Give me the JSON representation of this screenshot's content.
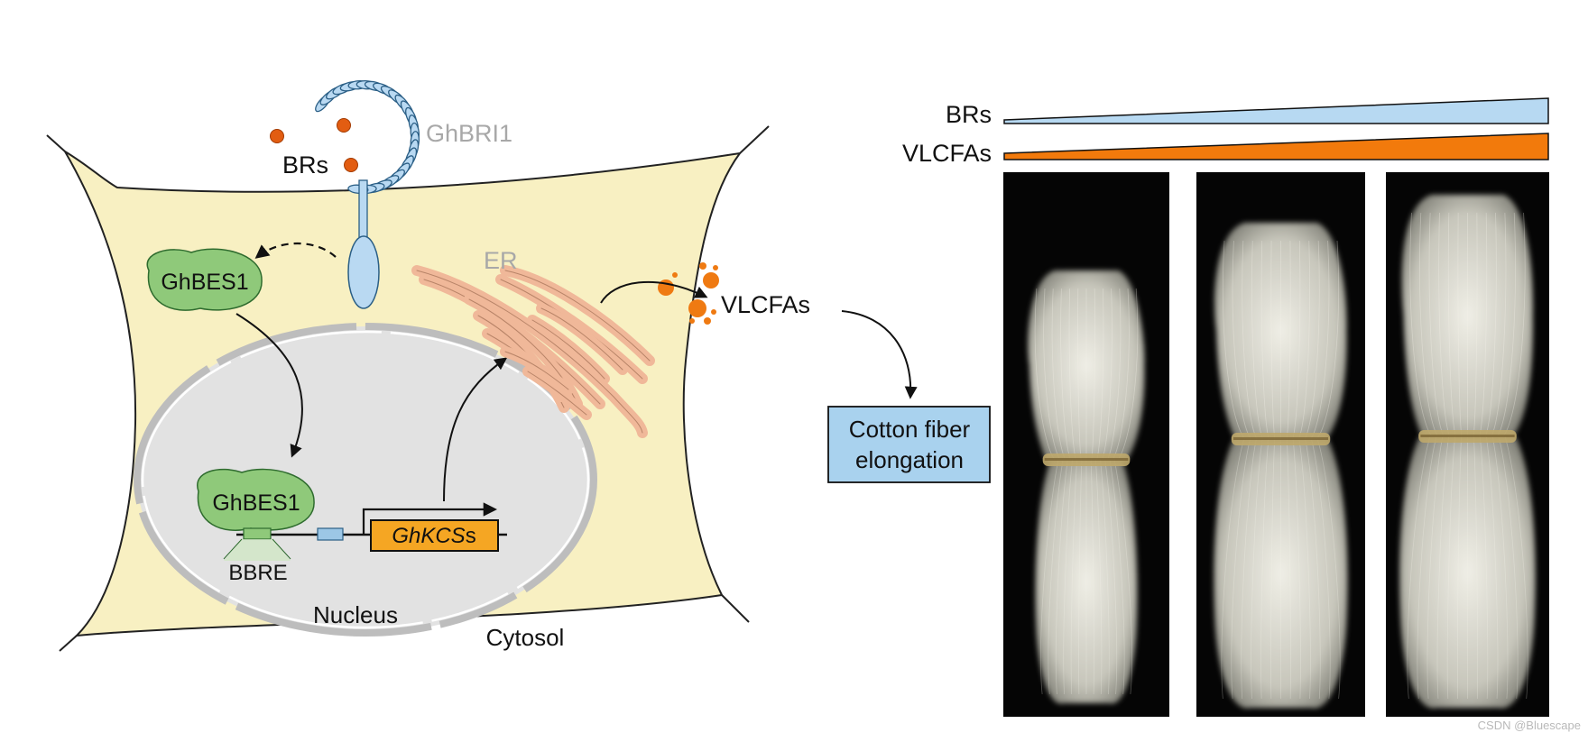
{
  "labels": {
    "receptor": "GhBRI1",
    "ligand": "BRs",
    "tf_cytosol": "GhBES1",
    "tf_nucleus": "GhBES1",
    "er": "ER",
    "product": "VLCFAs",
    "promoter_element": "BBRE",
    "gene_italic": "GhKCS",
    "gene_suffix": "s",
    "nucleus": "Nucleus",
    "cytosol": "Cytosol",
    "outcome_line1": "Cotton fiber",
    "outcome_line2": "elongation"
  },
  "gradients": {
    "brs_label": "BRs",
    "brs_color": "#b7d9f2",
    "vlcfas_label": "VLCFAs",
    "vlcfas_color": "#f27a0c"
  },
  "colors": {
    "cell_fill": "#f8f0c2",
    "nucleus_fill": "#e2e2e2",
    "bes1_fill": "#8fc97a",
    "er_stroke": "#f0b899",
    "receptor_fill": "#b9d9f2",
    "droplet": "#ef7a12",
    "gene_box": "#f5a623",
    "outcome_box": "#a9d2ee"
  },
  "photos": {
    "count": 3,
    "description_hidden": true
  },
  "watermark": "CSDN @Bluescape"
}
